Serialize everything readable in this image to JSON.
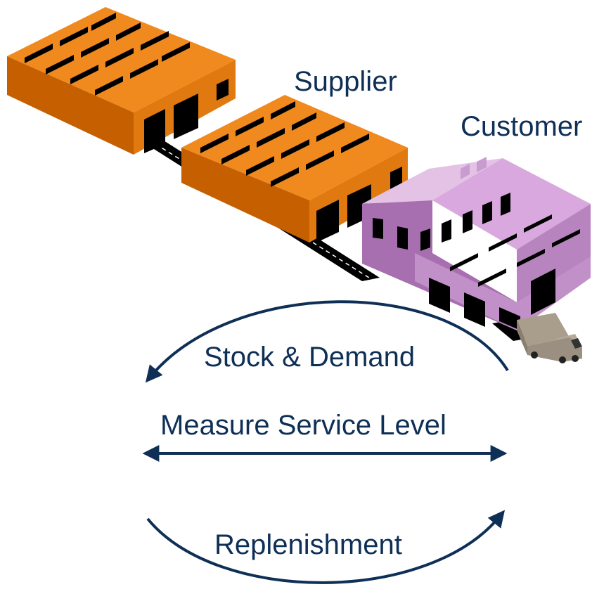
{
  "labels": {
    "supplier": "Supplier",
    "customer": "Customer",
    "stock_demand": "Stock & Demand",
    "measure_service_level": "Measure Service Level",
    "replenishment": "Replenishment"
  },
  "colors": {
    "text": "#0e2f56",
    "arrow": "#0e2f56",
    "warehouse_orange_top": "#f08a1e",
    "warehouse_orange_side": "#c55f00",
    "customer_purple_light": "#d9a8de",
    "customer_purple_side": "#a86fb0",
    "window": "#000000",
    "road": "#000000",
    "truck": "#9a8f80"
  },
  "icons": [
    "warehouse-icon",
    "warehouse-icon",
    "customer-building-icon",
    "truck-icon"
  ]
}
